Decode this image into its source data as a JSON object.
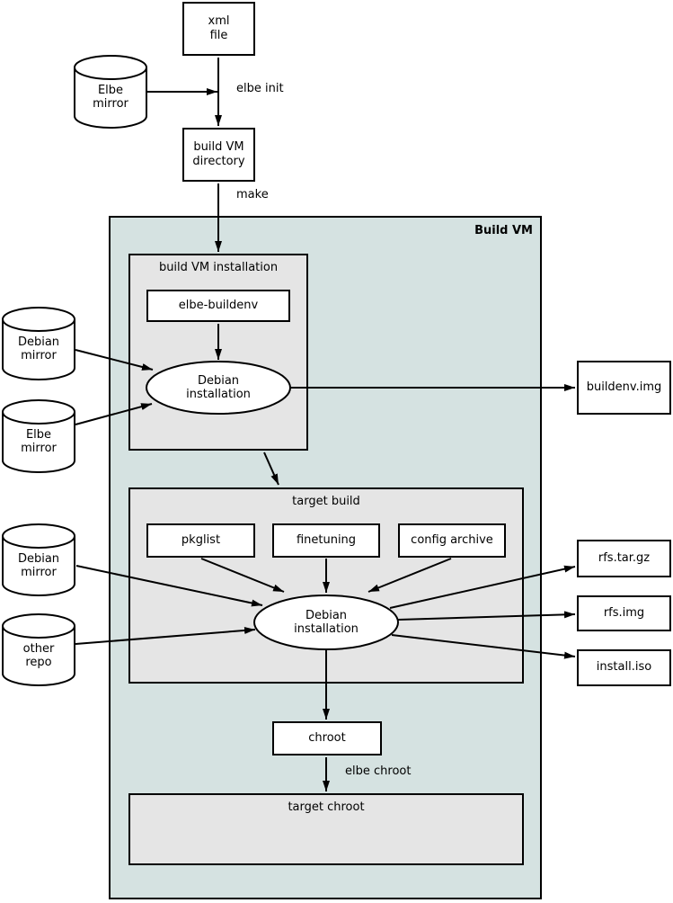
{
  "colors": {
    "background": "#ffffff",
    "build_vm_fill": "#d5e2e1",
    "panel_fill": "#e5e5e5",
    "node_fill": "#ffffff",
    "stroke": "#000000"
  },
  "nodes": {
    "xml_file": {
      "label": "xml\nfile"
    },
    "elbe_mirror_top": {
      "label": "Elbe\nmirror"
    },
    "build_vm_directory": {
      "label": "build VM\ndirectory"
    },
    "build_vm": {
      "label": "Build VM"
    },
    "build_vm_installation": {
      "label": "build VM installation"
    },
    "elbe_buildenv": {
      "label": "elbe-buildenv"
    },
    "debian_installation_1": {
      "label": "Debian\ninstallation"
    },
    "debian_mirror_1": {
      "label": "Debian\nmirror"
    },
    "elbe_mirror_2": {
      "label": "Elbe\nmirror"
    },
    "buildenv_img": {
      "label": "buildenv.img"
    },
    "target_build": {
      "label": "target build"
    },
    "pkglist": {
      "label": "pkglist"
    },
    "finetuning": {
      "label": "finetuning"
    },
    "config_archive": {
      "label": "config archive"
    },
    "debian_mirror_2": {
      "label": "Debian\nmirror"
    },
    "other_repo": {
      "label": "other\nrepo"
    },
    "debian_installation_2": {
      "label": "Debian\ninstallation"
    },
    "rfs_tar_gz": {
      "label": "rfs.tar.gz"
    },
    "rfs_img": {
      "label": "rfs.img"
    },
    "install_iso": {
      "label": "install.iso"
    },
    "chroot": {
      "label": "chroot"
    },
    "target_chroot": {
      "label": "target chroot"
    }
  },
  "edge_labels": {
    "elbe_init": "elbe init",
    "make": "make",
    "elbe_chroot": "elbe chroot"
  }
}
